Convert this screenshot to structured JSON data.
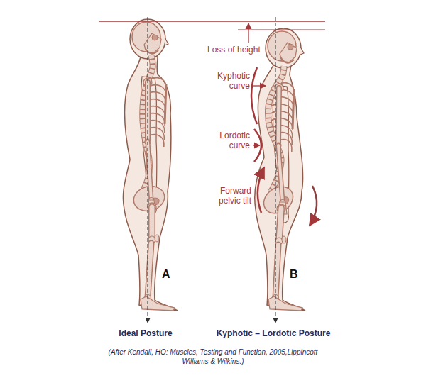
{
  "diagram": {
    "caption": "(After Kendall, HO: Muscles, Testing and Function, 2005,Lippincott Williams & Wilkins.)",
    "labels": [
      "Loss of height",
      "Kyphotic curve",
      "Lordotic curve",
      "Forward pelvic tilt",
      "A",
      "B",
      "Ideal Posture",
      "Kyphotic – Lordotic Posture"
    ]
  }
}
